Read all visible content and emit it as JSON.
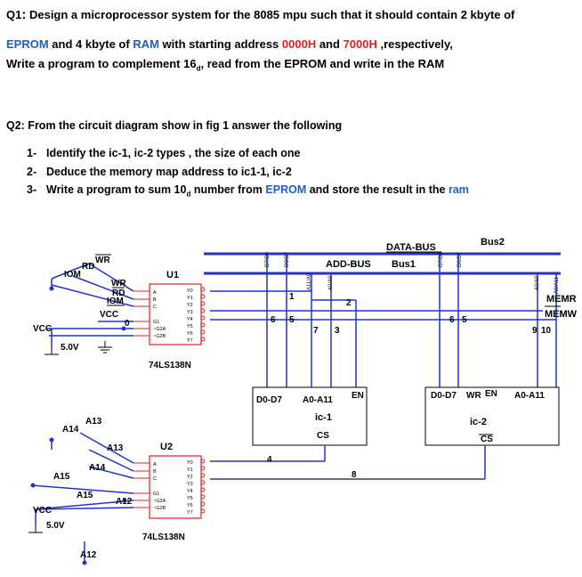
{
  "q1": {
    "prefix": "Q1",
    "line1": "Design a microprocessor system for the 8085 mpu such that it should contain 2 kbyte of",
    "line2_a": "EPROM",
    "line2_b": " and 4 kbyte  of ",
    "line2_c": "RAM",
    "line2_d": "  with starting address ",
    "line2_e": "0000H",
    "line2_f": " and ",
    "line2_g": "7000H",
    "line2_h": " ,respectively,",
    "line3": "Write a program to complement 16",
    "line3_sub": "d",
    "line3_end": ", read from the EPROM and write in the RAM"
  },
  "q2": {
    "title": "Q2: From the circuit diagram show in  fig 1 answer the following",
    "items": [
      {
        "num": "1-",
        "text": "Identify the ic-1, ic-2 types , the size of each one"
      },
      {
        "num": "2-",
        "text": "Deduce the memory map address to ic1-1, ic-2"
      },
      {
        "num": "3-",
        "text_a": "Write a program to sum 10",
        "sub": "d",
        "text_b": " number from ",
        "text_c": "EPROM",
        "text_d": " and store the result in the ",
        "text_e": "ram"
      }
    ]
  },
  "diagram": {
    "data_bus": "DATA-BUS",
    "bus2": "Bus2",
    "add_bus": "ADD-BUS",
    "bus1": "Bus1",
    "bus_tags": [
      "D7/D0",
      "D0/D7",
      "A11/A0",
      "A0/A0",
      "D7/D0",
      "D0/D7",
      "A0/A0",
      "A0/A11"
    ],
    "u1": "U1",
    "u2": "U2",
    "chip_part": "74LS138N",
    "decoder_inputs": [
      "A",
      "B",
      "C",
      "G1",
      "~G2A",
      "~G2B"
    ],
    "decoder_outputs": [
      "Y0",
      "Y1",
      "Y2",
      "Y3",
      "Y4",
      "Y5",
      "Y6",
      "Y7"
    ],
    "left_labels": {
      "wr_top": "WR",
      "rd": "RD",
      "iom": "IOM",
      "wr": "WR",
      "rd2": "RD",
      "iom2": "IOM",
      "vcc_inner": "VCC",
      "zero": "0",
      "vcc": "VCC",
      "v5": "5.0V",
      "a13_top": "A13",
      "a14_outer": "A14",
      "a13": "A13",
      "a14": "A14",
      "a15_outer": "A15",
      "a15": "A15",
      "a12_inner": "A12",
      "vcc2": "VCC",
      "v5b": "5.0V",
      "a12": "A12"
    },
    "ic1": {
      "name": "ic-1",
      "pins_top": [
        "D0-D7",
        "A0-A11",
        "EN"
      ],
      "cs": "CS"
    },
    "ic2": {
      "name": "ic-2",
      "pins_top": [
        "D0-D7",
        "WR",
        "EN",
        "A0-A11"
      ],
      "cs": "CS"
    },
    "wire_numbers": [
      "1",
      "2",
      "6",
      "5",
      "7",
      "3",
      "6",
      "5",
      "9",
      "10",
      "4",
      "8"
    ],
    "right_labels": {
      "memr": "MEMR",
      "memw": "MEMW"
    }
  }
}
